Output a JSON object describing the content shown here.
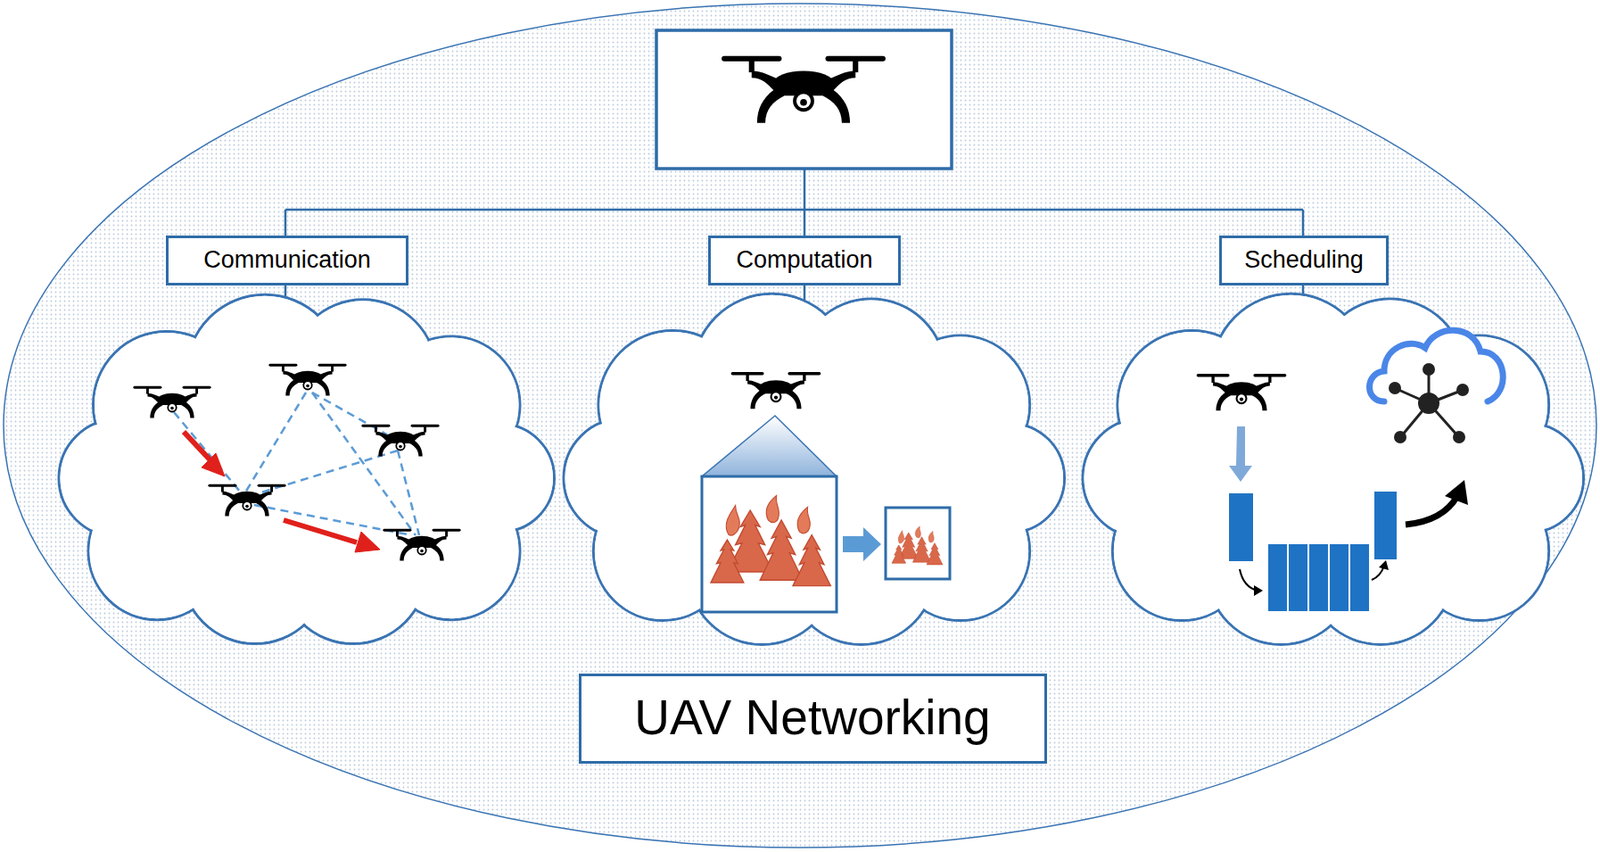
{
  "diagram": {
    "nodes": [
      {
        "text": [
          "Communication"
        ]
      },
      {
        "text": [
          "Computation"
        ]
      },
      {
        "text": [
          "Scheduling"
        ]
      },
      {
        "text": [
          "UAV Networking"
        ]
      }
    ]
  }
}
